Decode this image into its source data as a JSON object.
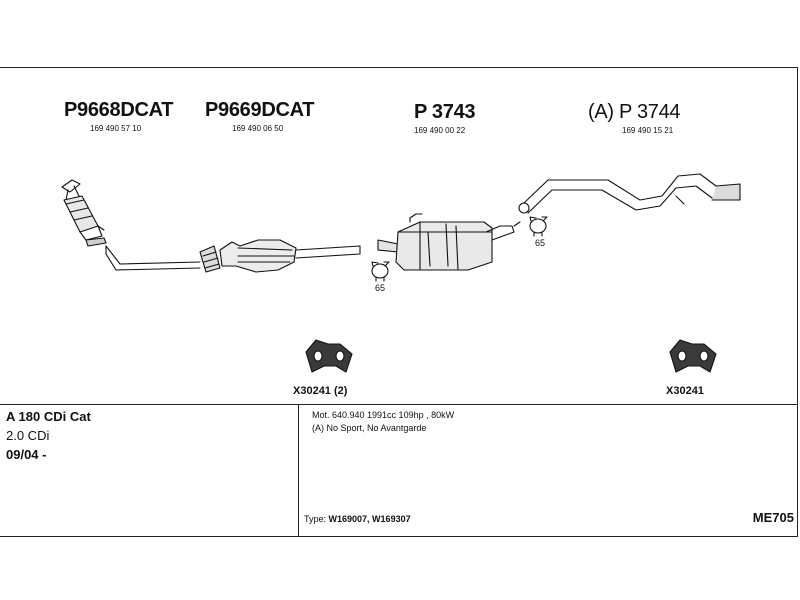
{
  "parts": [
    {
      "part_no": "P9668DCAT",
      "oe_no": "169 490 57 10"
    },
    {
      "part_no": "P9669DCAT",
      "oe_no": "169 490 06 50"
    },
    {
      "part_no": "P 3743",
      "oe_no": "169 490 00 22"
    },
    {
      "part_no": "(A) P 3744",
      "oe_no": "169 490 15 21"
    }
  ],
  "clamps": [
    "65",
    "65"
  ],
  "hangers": [
    "X30241 (2)",
    "X30241"
  ],
  "vehicle": {
    "model": "A 180 CDi Cat",
    "engine": "2.0 CDi",
    "date": "09/04 -"
  },
  "notes": {
    "motor": "Mot. 640.940 1991cc 109hp , 80kW",
    "option": "(A) No Sport, No Avantgarde",
    "type_label": "Type:",
    "type_value": "W169007, W169307"
  },
  "code": "ME705"
}
